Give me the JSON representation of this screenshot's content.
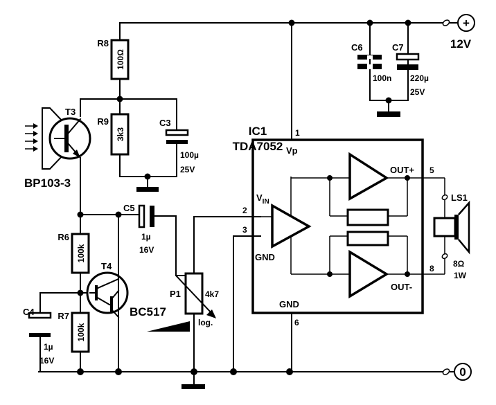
{
  "title": "Light-receiver amplifier schematic (BP103-3 / TDA7052)",
  "supply": {
    "positive_label": "12V",
    "positive_symbol": "+",
    "ground_label": "0"
  },
  "components": {
    "R8": {
      "ref": "R8",
      "value": "100Ω"
    },
    "R9": {
      "ref": "R9",
      "value": "3k3"
    },
    "R6": {
      "ref": "R6",
      "value": "100k"
    },
    "R7": {
      "ref": "R7",
      "value": "100k"
    },
    "C3": {
      "ref": "C3",
      "value": "100µ",
      "voltage": "25V"
    },
    "C4": {
      "ref": "C4",
      "value": "1µ",
      "voltage": "16V"
    },
    "C5": {
      "ref": "C5",
      "value": "1µ",
      "voltage": "16V"
    },
    "C6": {
      "ref": "C6",
      "value": "100n"
    },
    "C7": {
      "ref": "C7",
      "value": "220µ",
      "voltage": "25V"
    },
    "T3": {
      "ref": "T3",
      "part": "BP103-3"
    },
    "T4": {
      "ref": "T4",
      "part": "BC517"
    },
    "P1": {
      "ref": "P1",
      "value": "4k7",
      "taper": "log."
    },
    "LS1": {
      "ref": "LS1",
      "impedance": "8Ω",
      "power": "1W"
    },
    "IC1": {
      "ref": "IC1",
      "part": "TDA7052",
      "pins": {
        "vp": {
          "num": "1",
          "name": "Vp"
        },
        "vin": {
          "num": "2",
          "name": "V",
          "sub": "IN"
        },
        "gnd_in": {
          "num": "3",
          "name": "GND"
        },
        "gnd": {
          "num": "6",
          "name": "GND"
        },
        "out_plus": {
          "num": "5",
          "name": "OUT+"
        },
        "out_minus": {
          "num": "8",
          "name": "OUT-"
        }
      }
    }
  }
}
